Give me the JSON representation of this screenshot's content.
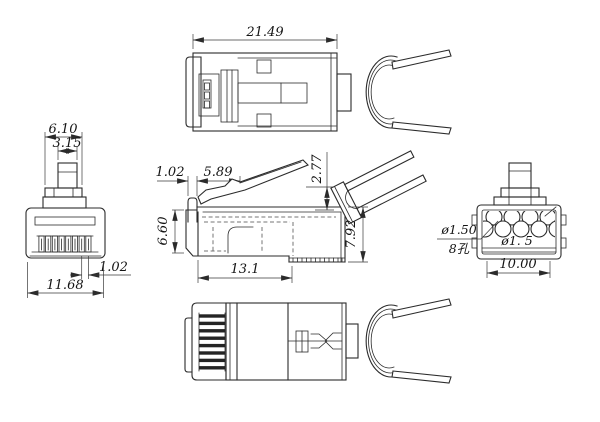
{
  "drawing": {
    "component": "shielded RJ45 modular plug with strain-relief clip",
    "units": "mm",
    "background": "#ffffff",
    "line_color": "#2b2b2b"
  },
  "top_view": {
    "dim_overall_length": "21.49"
  },
  "front_view": {
    "dim_latch_base_width": "6.10",
    "dim_latch_tip_width": "3.15",
    "dim_contact_pitch": "1.02",
    "dim_overall_width": "11.68"
  },
  "side_view": {
    "dim_front_lip_thickness": "1.02",
    "dim_latch_setback": "5.89",
    "dim_latch_rise": "2.77",
    "dim_front_height": "6.60",
    "dim_body_length": "13.1",
    "dim_rear_height": "7.92"
  },
  "rear_view": {
    "note_hole_diameter": "ø1.50",
    "note_hole_count": "8孔",
    "dim_hole_diameter": "ø1. 5",
    "dim_body_width": "10.00"
  }
}
